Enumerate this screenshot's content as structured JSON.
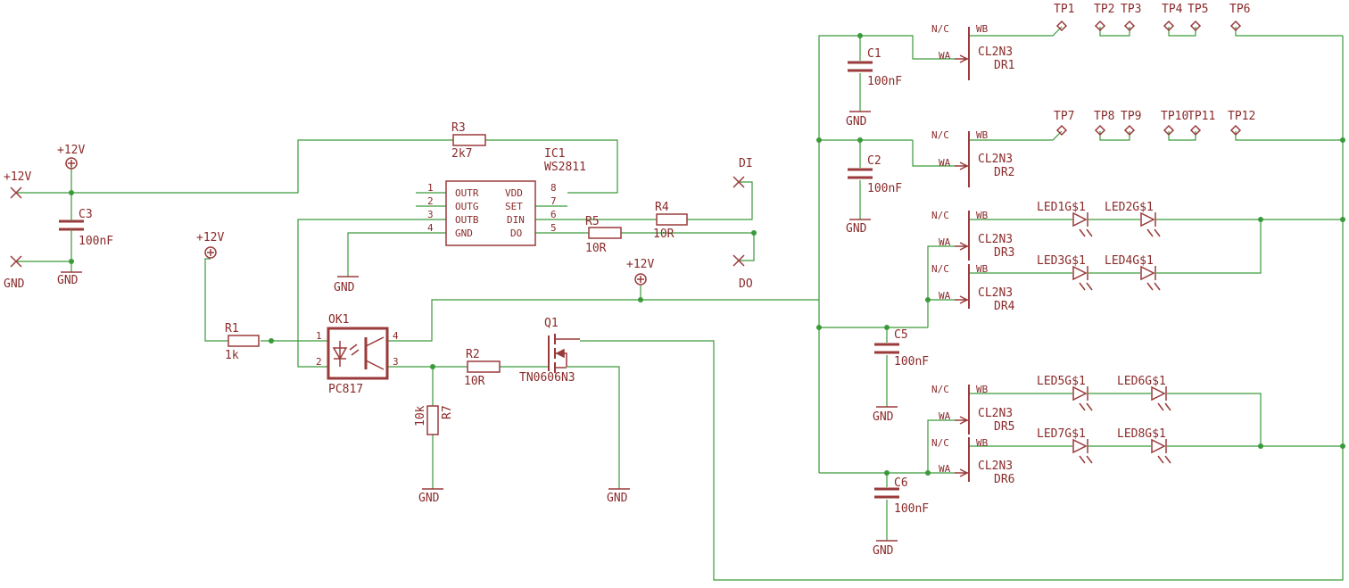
{
  "labels": {
    "plus12v": "+12V",
    "gnd": "GND",
    "di": "DI",
    "do": "DO",
    "c1": "C1",
    "c2": "C2",
    "c3": "C3",
    "c5": "C5",
    "c6": "C6",
    "cap_value": "100nF",
    "r1": "R1",
    "r1_value": "1k",
    "r2": "R2",
    "r2_value": "10R",
    "r3": "R3",
    "r3_value": "2k7",
    "r4": "R4",
    "r4_value": "10R",
    "r5": "R5",
    "r5_value": "10R",
    "r7": "R7",
    "r7_value": "10k",
    "ic1": "IC1",
    "ic1_value": "WS2811",
    "ok1": "OK1",
    "ok1_value": "PC817",
    "q1": "Q1",
    "q1_value": "TN0606N3",
    "cl2n3": "CL2N3",
    "dr1": "DR1",
    "dr2": "DR2",
    "dr3": "DR3",
    "dr4": "DR4",
    "dr5": "DR5",
    "dr6": "DR6",
    "nc": "N/C",
    "wa": "WA",
    "wb": "WB",
    "led1": "LED1G$1",
    "led2": "LED2G$1",
    "led3": "LED3G$1",
    "led4": "LED4G$1",
    "led5": "LED5G$1",
    "led6": "LED6G$1",
    "led7": "LED7G$1",
    "led8": "LED8G$1",
    "tp1": "TP1",
    "tp2": "TP2",
    "tp3": "TP3",
    "tp4": "TP4",
    "tp5": "TP5",
    "tp6": "TP6",
    "tp7": "TP7",
    "tp8": "TP8",
    "tp9": "TP9",
    "tp10": "TP10",
    "tp11": "TP11",
    "tp12": "TP12"
  },
  "ic_pins": {
    "left": [
      {
        "num": "1",
        "name": "OUTR"
      },
      {
        "num": "2",
        "name": "OUTG"
      },
      {
        "num": "3",
        "name": "OUTB"
      },
      {
        "num": "4",
        "name": "GND"
      }
    ],
    "right": [
      {
        "num": "8",
        "name": "VDD"
      },
      {
        "num": "7",
        "name": "SET"
      },
      {
        "num": "6",
        "name": "DIN"
      },
      {
        "num": "5",
        "name": "DO"
      }
    ]
  },
  "ok1_pins": {
    "p1": "1",
    "p2": "2",
    "p3": "3",
    "p4": "4"
  },
  "colors": {
    "symbol": "#9a3a3a",
    "wire": "#3a9a3a",
    "text": "#8a2a2a",
    "background": "#ffffff"
  }
}
